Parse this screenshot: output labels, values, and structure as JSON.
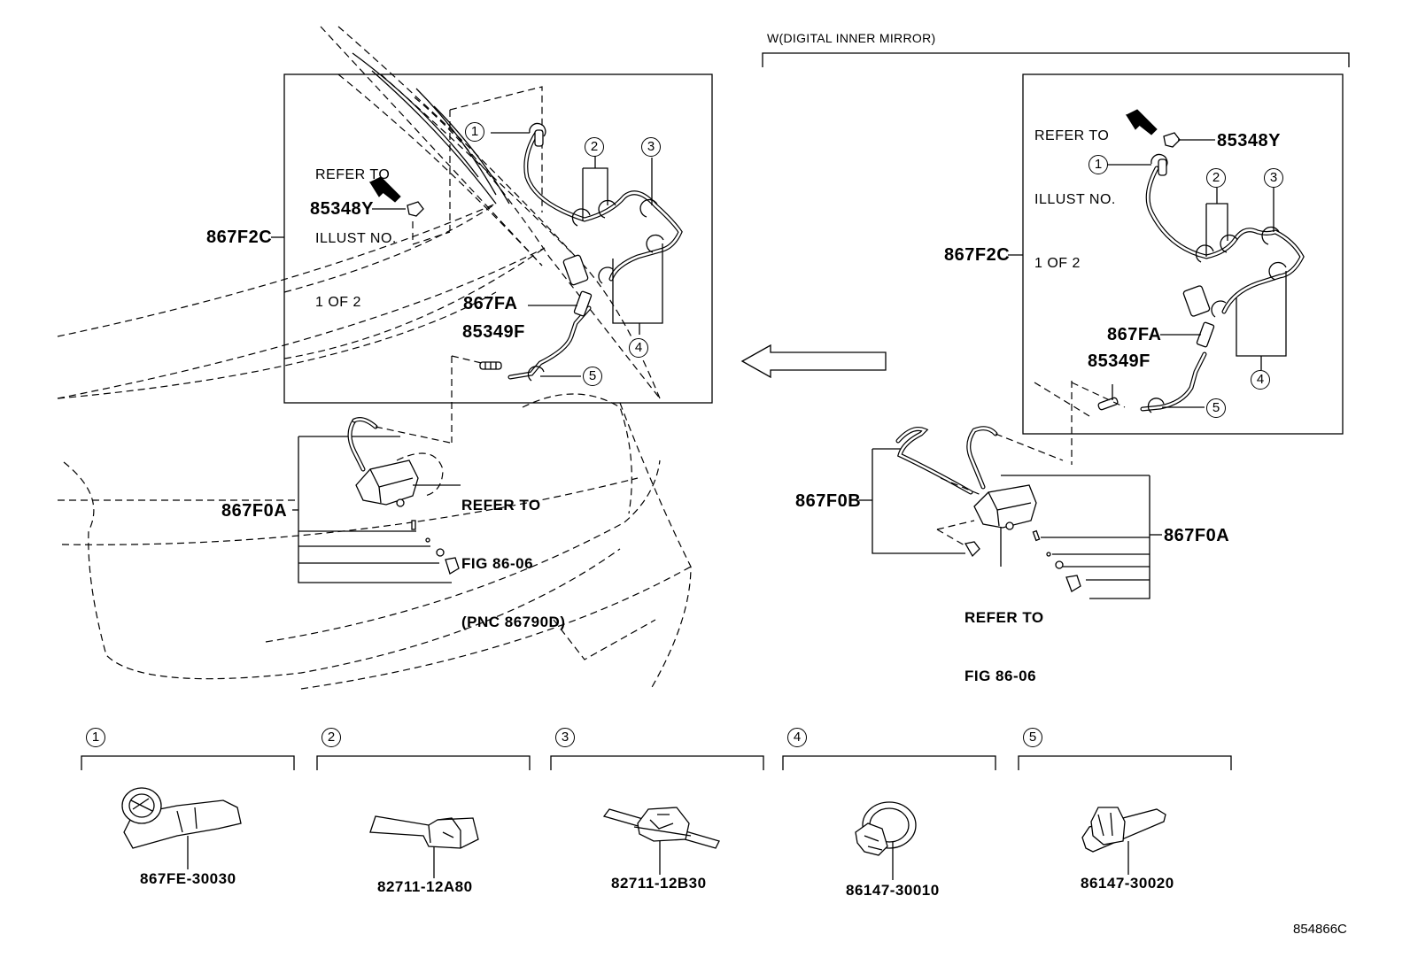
{
  "option_header": "W(DIGITAL INNER MIRROR)",
  "main_view": {
    "refer_illust": [
      "REFER TO",
      "ILLUST NO.",
      "1 OF 2"
    ],
    "refer_fig": [
      "REFER TO",
      "FIG 86-06",
      "(PNC 86790D)"
    ],
    "labels": {
      "p85348y": "85348Y",
      "p867f2c": "867F2C",
      "p867fa": "867FA",
      "p85349f": "85349F",
      "p867f0a": "867F0A"
    }
  },
  "option_view": {
    "refer_illust": [
      "REFER TO",
      "ILLUST NO.",
      "1 OF 2"
    ],
    "refer_fig": [
      "REFER TO",
      "FIG 86-06"
    ],
    "labels": {
      "p85348y": "85348Y",
      "p867f2c": "867F2C",
      "p867fa": "867FA",
      "p85349f": "85349F",
      "p867f0b": "867F0B",
      "p867f0a": "867F0A"
    }
  },
  "callouts": [
    "1",
    "2",
    "3",
    "4",
    "5"
  ],
  "clips": [
    {
      "ref": "1",
      "part_number": "867FE-30030"
    },
    {
      "ref": "2",
      "part_number": "82711-12A80"
    },
    {
      "ref": "3",
      "part_number": "82711-12B30"
    },
    {
      "ref": "4",
      "part_number": "86147-30010"
    },
    {
      "ref": "5",
      "part_number": "86147-30020"
    }
  ],
  "illustration_code": "854866C",
  "arrow_direction": "left"
}
